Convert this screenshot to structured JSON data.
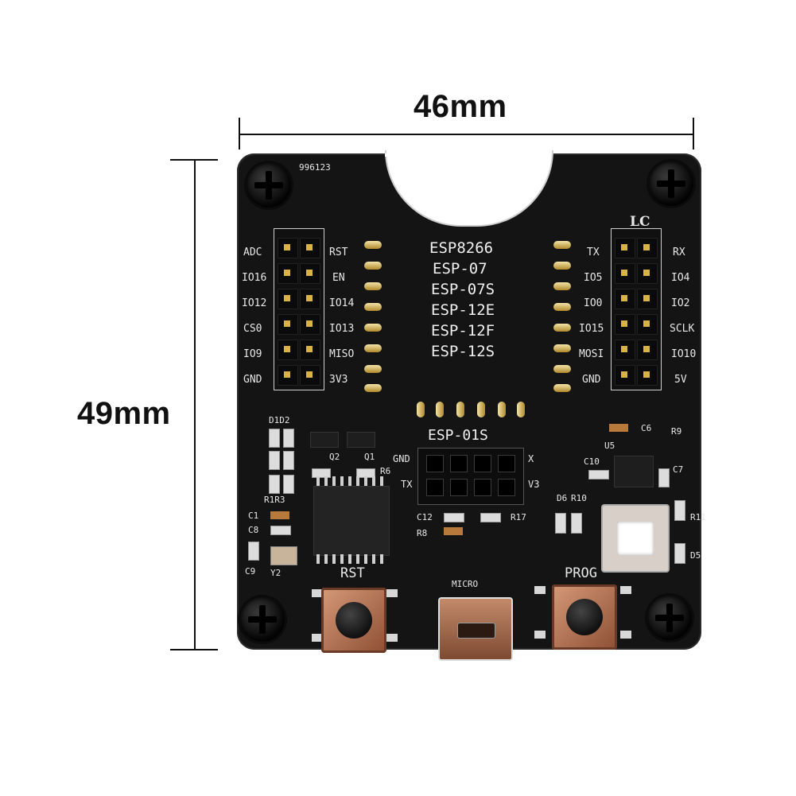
{
  "dimensions": {
    "width_label": "46mm",
    "height_label": "49mm"
  },
  "board": {
    "serial": "996123",
    "brand_mark": "LC",
    "module_names": [
      "ESP8266",
      "ESP-07",
      "ESP-07S",
      "ESP-12E",
      "ESP-12F",
      "ESP-12S"
    ],
    "esp01s_label": "ESP-01S",
    "left_outer_labels": [
      "ADC",
      "IO16",
      "IO12",
      "CS0",
      "IO9",
      "GND"
    ],
    "left_inner_labels": [
      "RST",
      "EN",
      "IO14",
      "IO13",
      "MISO",
      "3V3"
    ],
    "right_inner_labels": [
      "TX",
      "IO5",
      "IO0",
      "IO15",
      "MOSI",
      "GND"
    ],
    "right_outer_labels": [
      "RX",
      "IO4",
      "IO2",
      "SCLK",
      "IO10",
      "5V"
    ],
    "socket_labels": {
      "gnd": "GND",
      "tx": "TX",
      "x": "X",
      "v3": "V3"
    },
    "component_labels": {
      "d102": "D1D2",
      "q2": "Q2",
      "q1": "Q1",
      "r6": "R6",
      "r1r3": "R1R3",
      "c1": "C1",
      "c8": "C8",
      "c9": "C9",
      "y2": "Y2",
      "c12": "C12",
      "r8": "R8",
      "r17": "R17",
      "c6": "C6",
      "r9": "R9",
      "u5": "U5",
      "c10": "C10",
      "c7": "C7",
      "d6": "D6",
      "r10": "R10",
      "r11": "R11",
      "d5": "D5"
    },
    "rst_label": "RST",
    "prog_label": "PROG",
    "micro_label": "MICRO"
  }
}
